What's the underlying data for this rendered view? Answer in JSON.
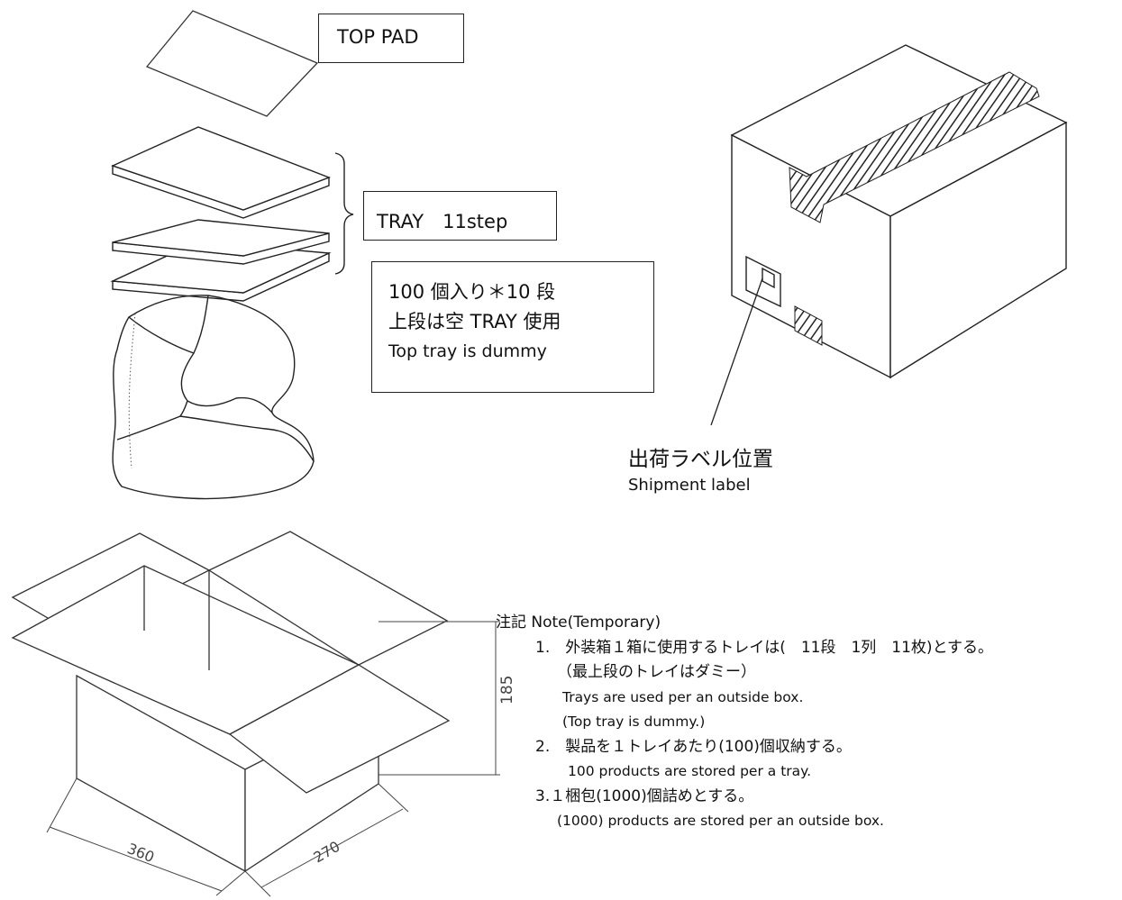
{
  "labels": {
    "top_pad": "TOP PAD",
    "tray": "TRAY　11step",
    "tray_info_1": "100 個入り＊10 段",
    "tray_info_2": "上段は空 TRAY 使用",
    "tray_info_3": "Top tray is dummy",
    "shipment_label_jp": "出荷ラベル位置",
    "shipment_label_en": "Shipment label"
  },
  "dimensions": {
    "height": "185",
    "length": "360",
    "width": "270"
  },
  "notes": {
    "heading": "注記  Note(Temporary)",
    "n1_jp": "1.　外装箱１箱に使用するトレイは(　11段　1列　11枚)とする。",
    "n1_jp_sub": "（最上段のトレイはダミー）",
    "n1_en": "Trays are used per an outside box.",
    "n1_en_sub": "(Top tray is dummy.)",
    "n2_jp": "2.　製品を１トレイあたり(100)個収納する。",
    "n2_en": "100 products are stored per a tray.",
    "n3_jp": "3.１梱包(1000)個詰めとする。",
    "n3_en": "(1000) products are stored per an outside box."
  }
}
